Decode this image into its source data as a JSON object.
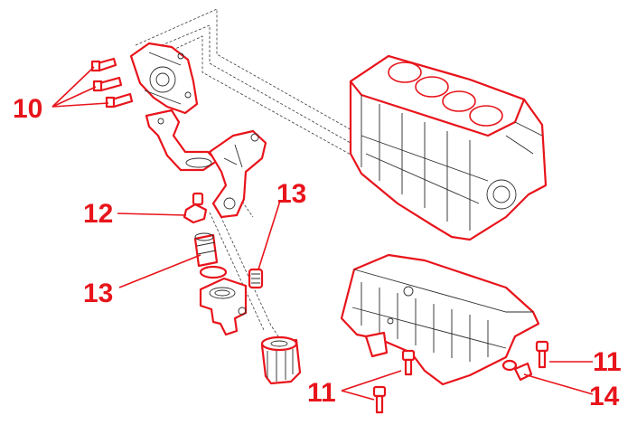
{
  "accent_color": "#e8141b",
  "callouts": [
    {
      "id": "c10",
      "label": "10"
    },
    {
      "id": "c12",
      "label": "12"
    },
    {
      "id": "c13a",
      "label": "13"
    },
    {
      "id": "c13b",
      "label": "13"
    },
    {
      "id": "c11a",
      "label": "11"
    },
    {
      "id": "c11b",
      "label": "11"
    },
    {
      "id": "c14",
      "label": "14"
    }
  ]
}
